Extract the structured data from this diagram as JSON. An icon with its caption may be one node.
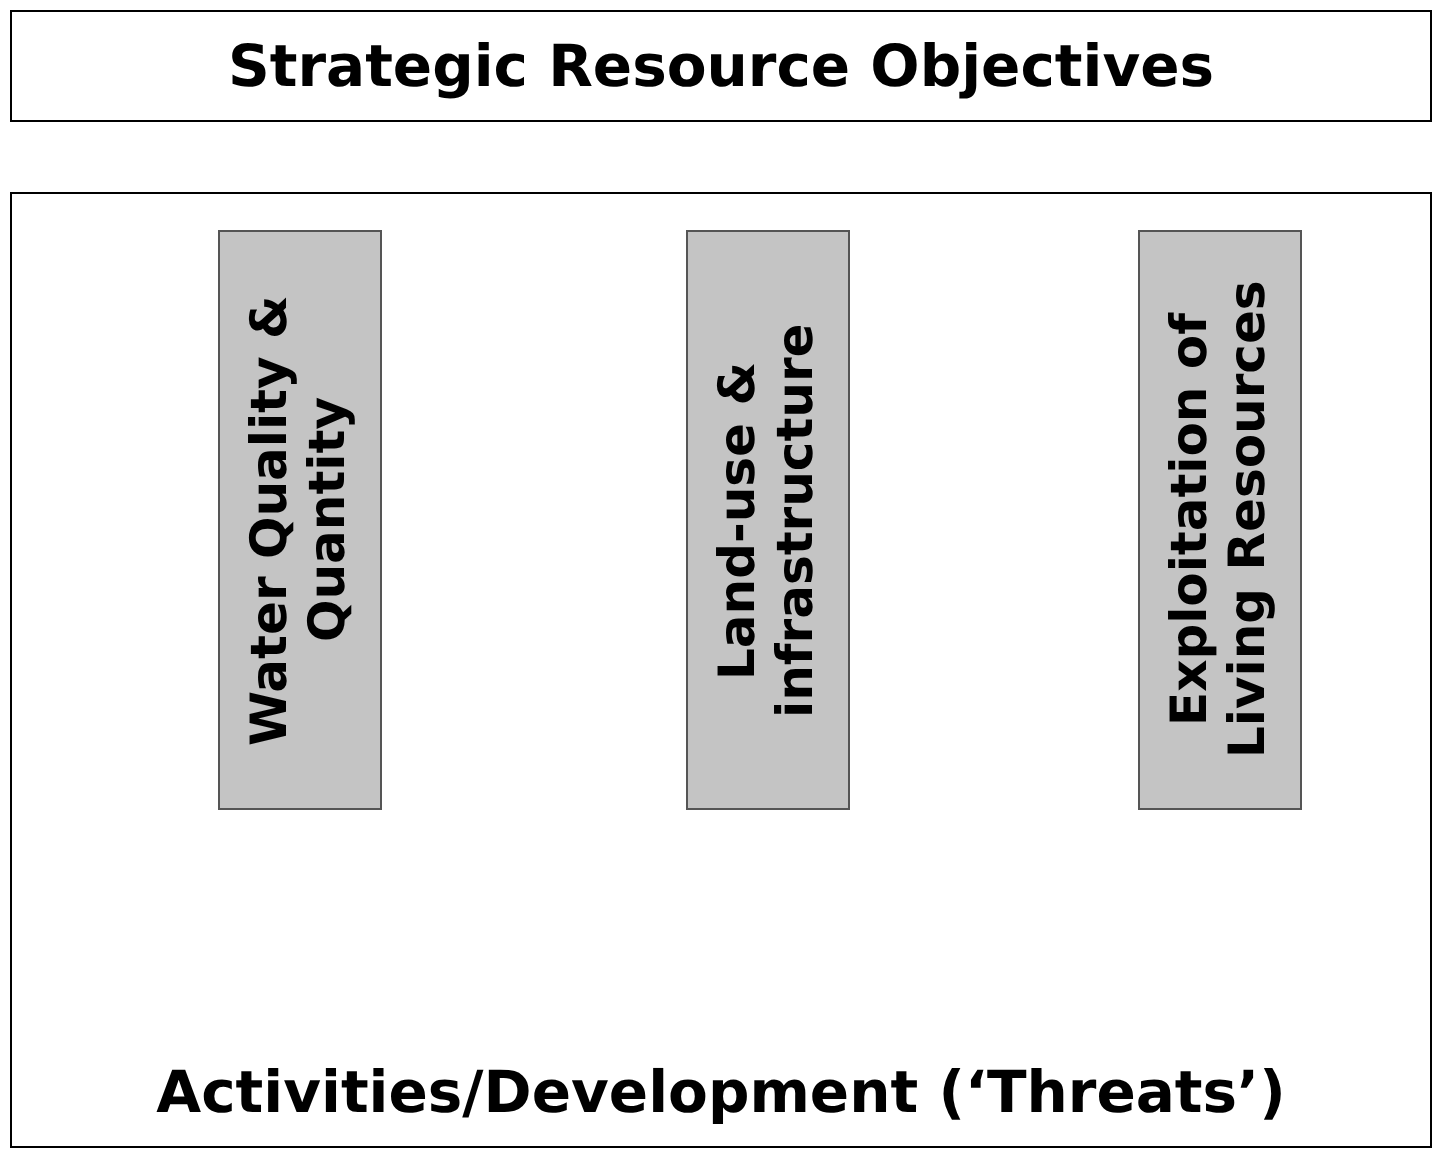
{
  "diagram": {
    "nodes": [
      {
        "text": [
          "Strategic Resource Objectives"
        ]
      },
      {
        "text": [
          "Activities/Development (‘Threats’)"
        ]
      },
      {
        "text": [
          "Water Quality & Quantity"
        ],
        "in": 1
      },
      {
        "text": [
          "Land-use & infrastructure"
        ],
        "in": 1
      },
      {
        "text": [
          "Exploitation of Living Resources"
        ],
        "in": 1
      }
    ],
    "edges": []
  }
}
